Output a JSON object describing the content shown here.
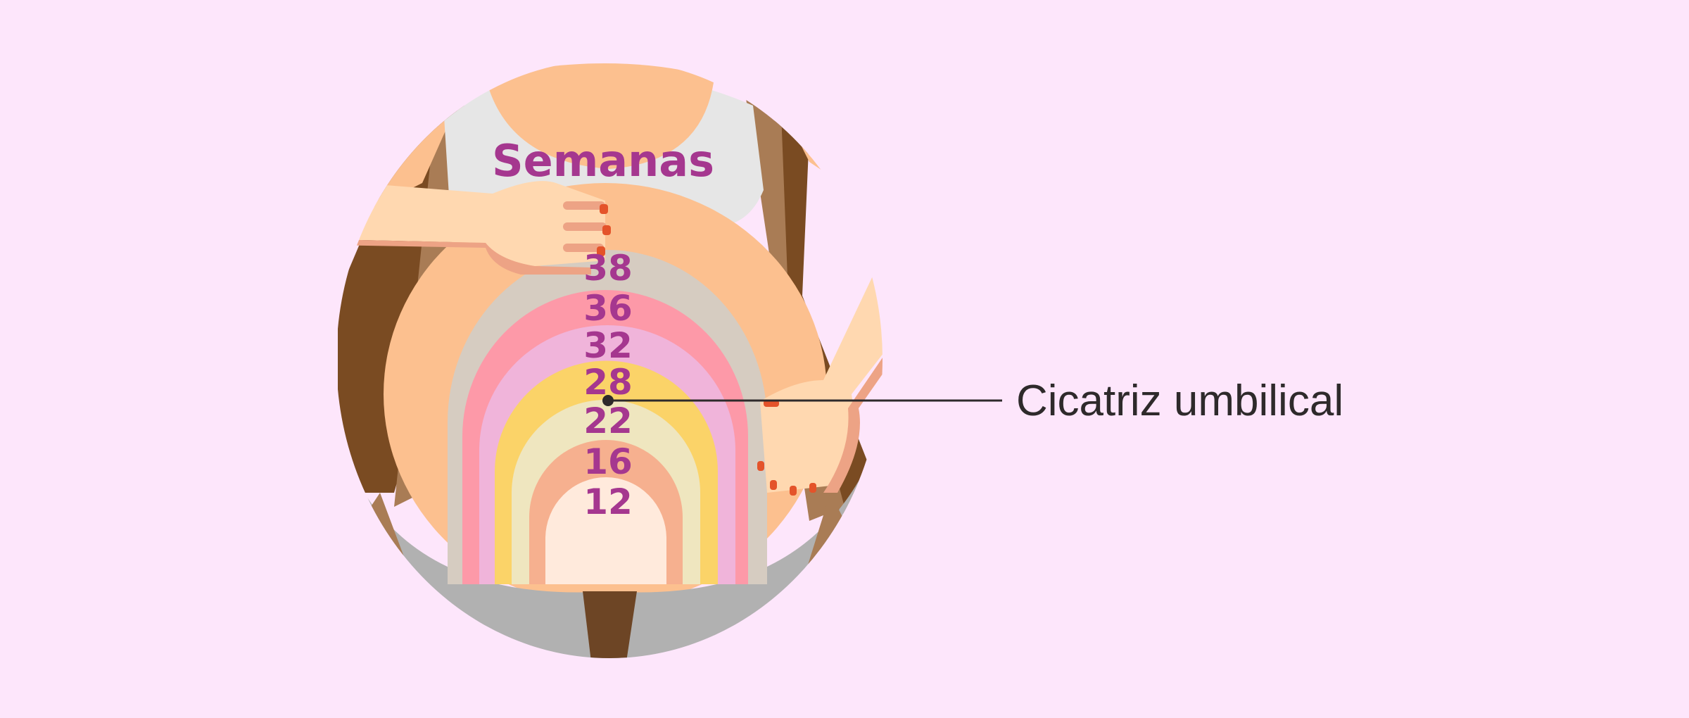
{
  "diagram": {
    "title": "Semanas",
    "callout": {
      "label": "Cicatriz umbilical",
      "line_color": "#2e2a2b"
    },
    "weeks": [
      {
        "label": "38",
        "color": "#d6ccc1"
      },
      {
        "label": "36",
        "color": "#fd99a8"
      },
      {
        "label": "32",
        "color": "#f0b4da"
      },
      {
        "label": "28",
        "color": "#fbd368"
      },
      {
        "label": "22",
        "color": "#efe6bf"
      },
      {
        "label": "16",
        "color": "#f6b08f"
      },
      {
        "label": "12",
        "color": "#ffeadc"
      }
    ],
    "colors": {
      "background": "#fde6fb",
      "skin": "#fcc08f",
      "hand_skin": "#ffd8b0",
      "bra": "#e6e6e6",
      "hair_dark": "#7a4b22",
      "hair_light": "#a97c55",
      "pants": "#b1b1b1",
      "text_accent": "#a5378f",
      "nail": "#e4532a"
    }
  }
}
